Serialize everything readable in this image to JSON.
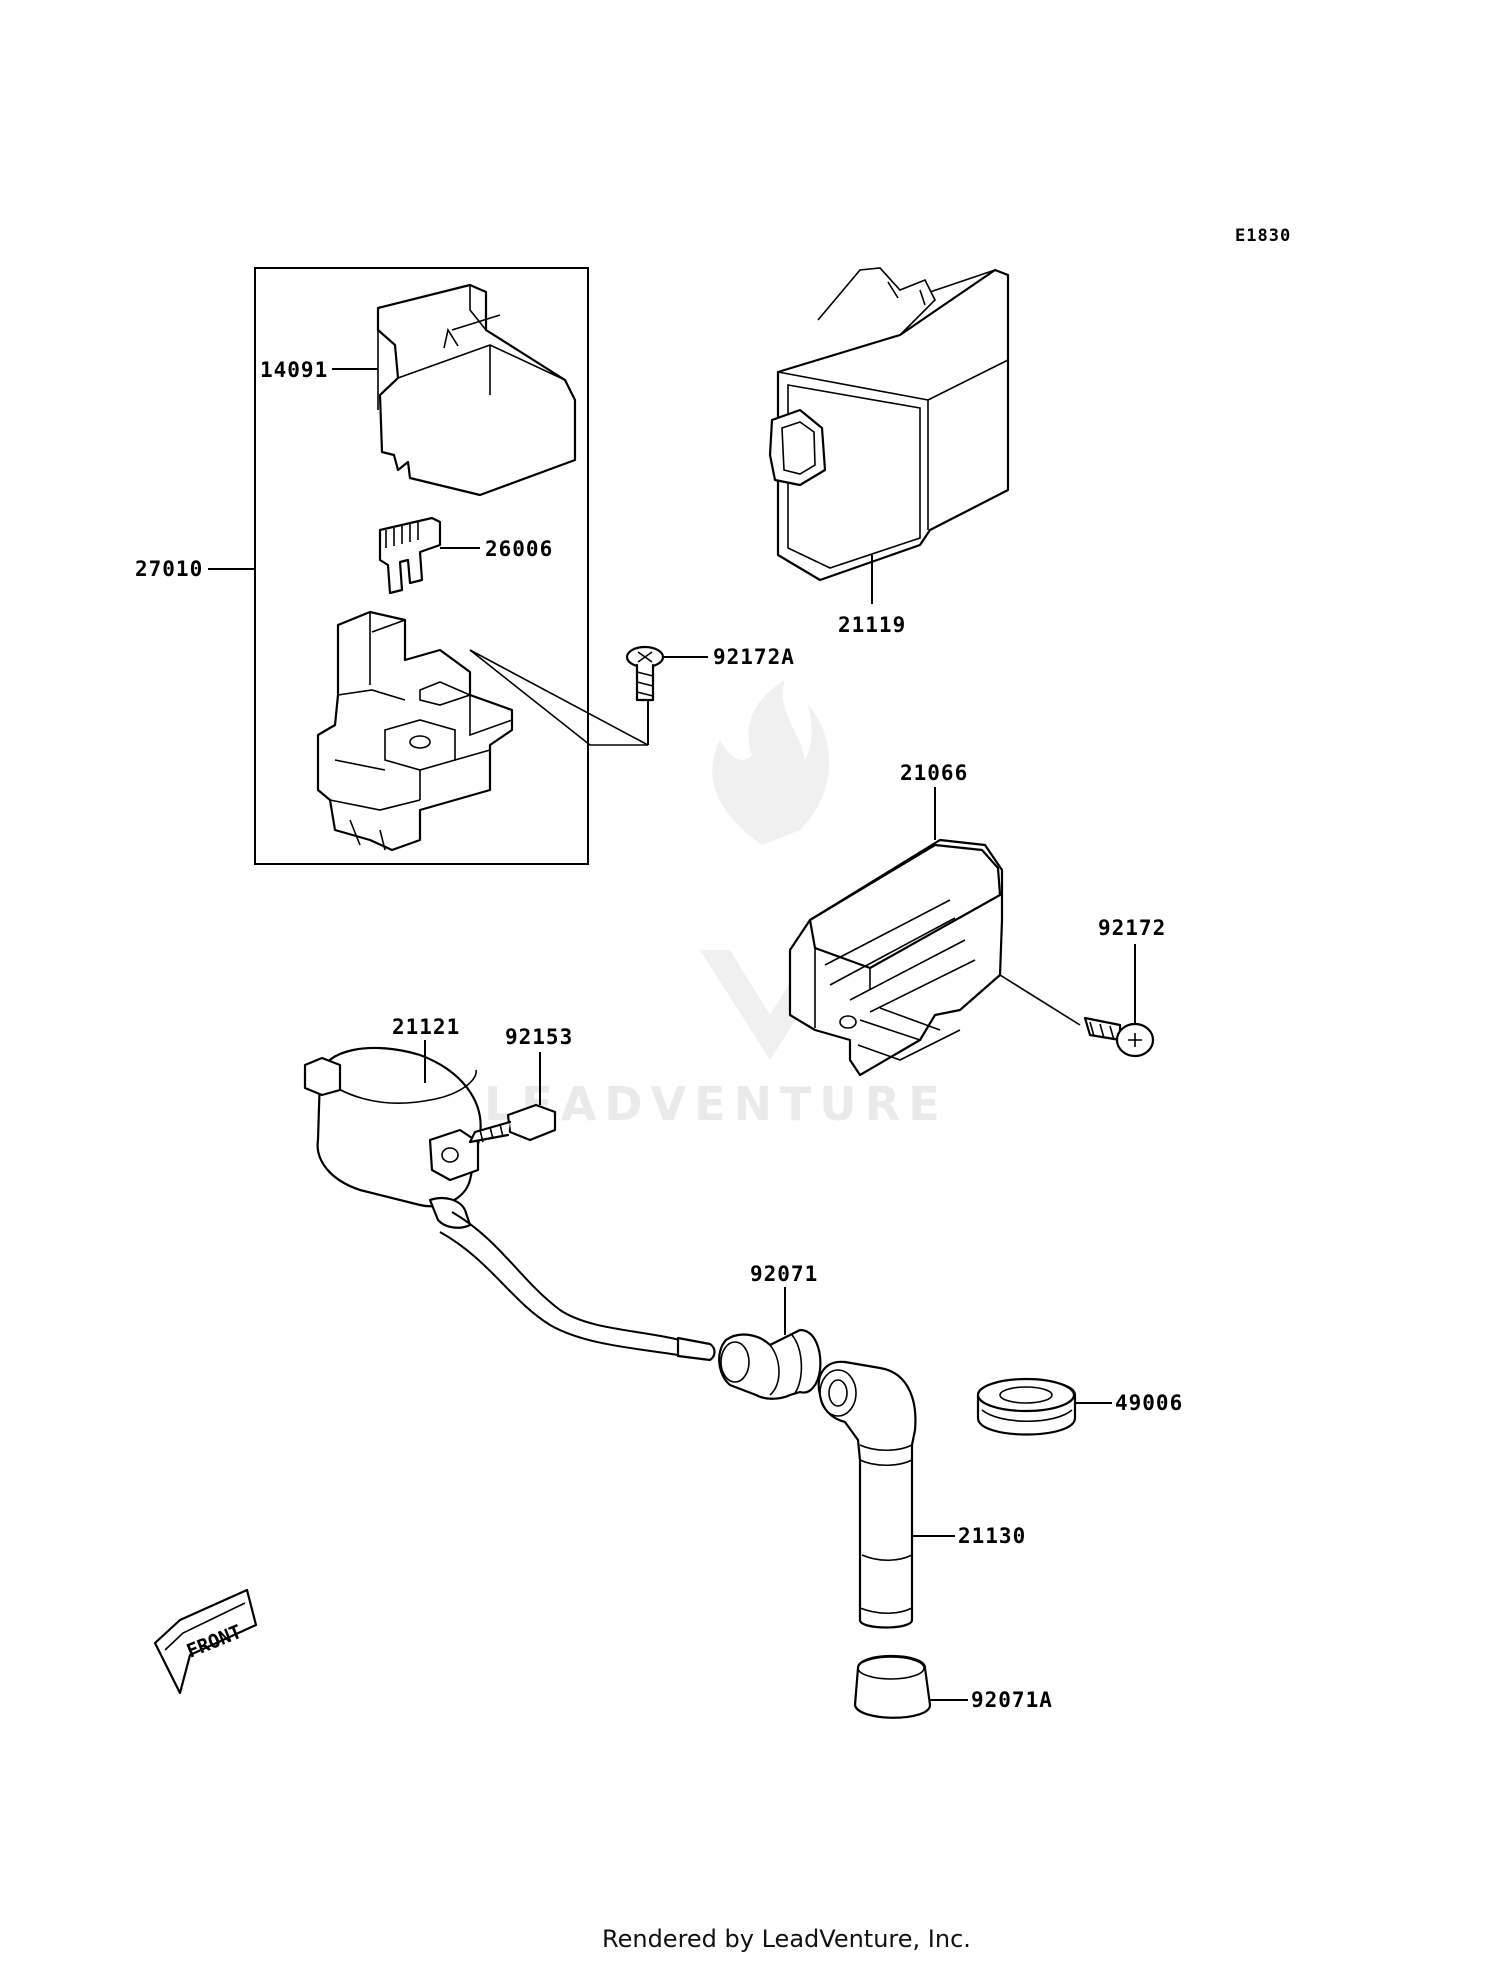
{
  "diagram_code": "E1830",
  "footer": "Rendered by LeadVenture, Inc.",
  "watermark": "LEADVENTURE",
  "front_marker": "FRONT",
  "parts": {
    "p14091": "14091",
    "p27010": "27010",
    "p26006": "26006",
    "p21119": "21119",
    "p92172A": "92172A",
    "p21066": "21066",
    "p92172": "92172",
    "p21121": "21121",
    "p92153": "92153",
    "p92071": "92071",
    "p49006": "49006",
    "p21130": "21130",
    "p92071A": "92071A"
  }
}
